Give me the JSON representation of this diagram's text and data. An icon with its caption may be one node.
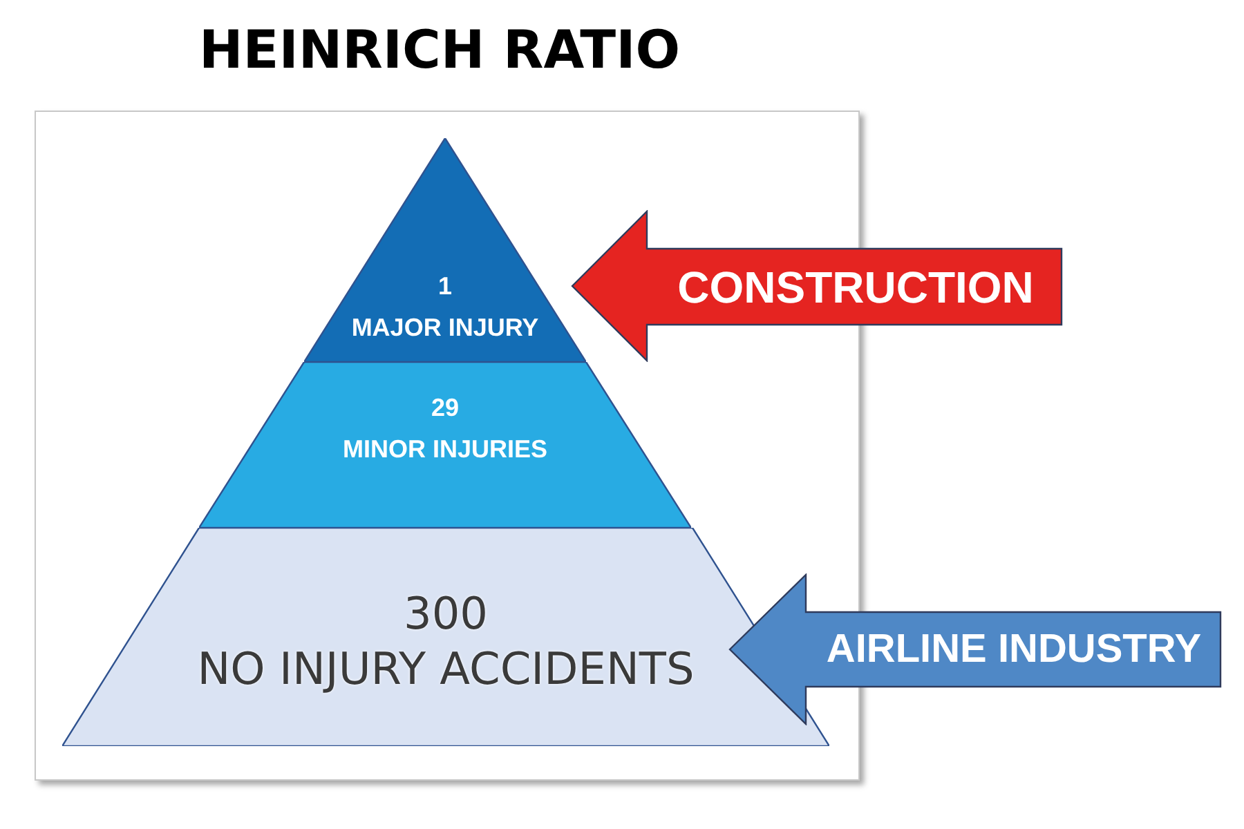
{
  "diagram": {
    "title": "HEINRICH RATIO",
    "nodes": [
      {
        "text": [
          "1",
          "MAJOR INJURY"
        ]
      },
      {
        "text": [
          "29",
          "MINOR INJURIES"
        ]
      },
      {
        "text": [
          "300",
          "NO INJURY ACCIDENTS"
        ]
      },
      {
        "text": [
          "CONSTRUCTION"
        ]
      },
      {
        "text": [
          "AIRLINE INDUSTRY"
        ]
      }
    ]
  }
}
